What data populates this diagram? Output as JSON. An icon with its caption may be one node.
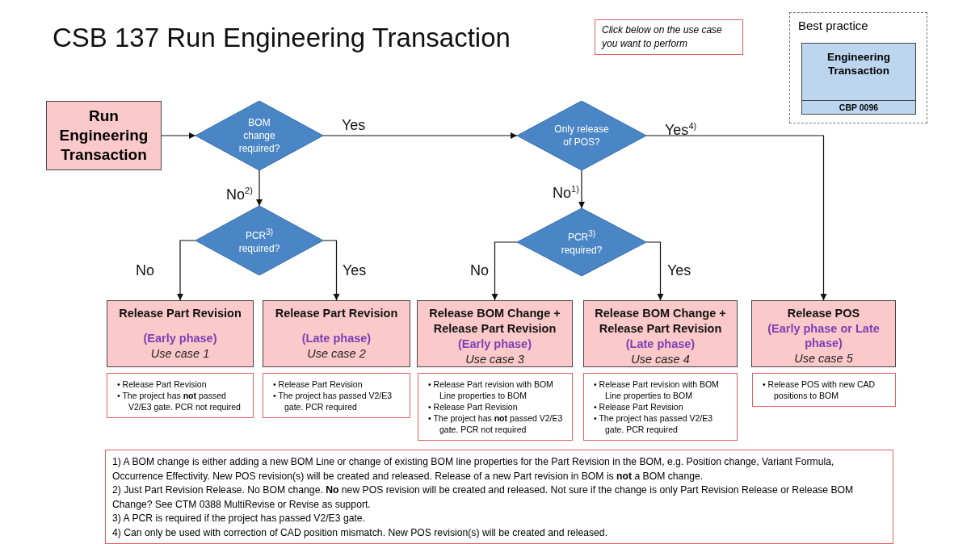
{
  "diagram": {
    "title": "CSB 137 Run Engineering Transaction",
    "nodes": [
      {
        "text": [
          "Run Engineering Transaction"
        ]
      },
      {
        "text": [
          "BOM change required?"
        ]
      },
      {
        "text": [
          "Only release of POS?"
        ]
      },
      {
        "text": [
          "PCR$^{3)}$ required?"
        ]
      },
      {
        "text": [
          "PCR$^{3)}$ required?"
        ]
      },
      {
        "text": [
          "Release Part Revision",
          "(Early phase)",
          "Use case 1"
        ]
      },
      {
        "text": [
          "Release Part Revision",
          "(Late phase)",
          "Use case 2"
        ]
      },
      {
        "text": [
          "Release BOM Change + Release Part Revision",
          "(Early phase)",
          "Use case 3"
        ]
      },
      {
        "text": [
          "Release BOM Change + Release Part Revision",
          "(Late phase)",
          "Use case 4"
        ]
      },
      {
        "text": [
          "Release POS",
          "(Early phase or Late phase)",
          "Use case 5"
        ]
      },
      {
        "text": [
          "• Release Part Revision",
          "• The project has **not** passed V2/E3 gate. PCR not required"
        ]
      },
      {
        "text": [
          "• Release Part Revision",
          "• The project has passed V2/E3 gate. PCR required"
        ]
      },
      {
        "text": [
          "• Release Part revision with BOM Line properties to BOM",
          "• Release Part Revision",
          "• The project has **not** passed V2/E3 gate. PCR not required"
        ]
      },
      {
        "text": [
          "• Release Part revision with BOM Line properties to BOM",
          "• Release Part Revision",
          "• The project has passed V2/E3 gate. PCR required"
        ]
      },
      {
        "text": [
          "• Release POS with new CAD positions to BOM"
        ]
      },
      {
        "text": [
          "Click below on the use case you want to perform"
        ]
      },
      {
        "text": [
          "Best practice"
        ]
      },
      {
        "text": [
          "Engineering Transaction",
          "CBP 0096"
        ],
        "in": 16
      },
      {
        "text": [
          "1) A BOM change is either adding a new BOM Line or change of existing BOM line properties for the Part Revision in the BOM, e.g. Position change, Variant Formula, Occurrence Effectivity. New POS revision(s) will be created and released. Release of a new Part revision in BOM is **not** a BOM change.",
          "2) Just Part Revision Release. No BOM change. **No** new POS revision will be created and released. Not sure if the change is only Part Revision Release or Release BOM Change? See CTM 0388 MultiRevise or Revise as support.",
          "3) A PCR is required if the project has passed V2/E3 gate.",
          "4) Can only be used with correction of CAD position mismatch. New POS revision(s) will be created and released."
        ]
      }
    ],
    "edges": [
      {
        "from": 0,
        "to": 1,
        "arrow": "to"
      },
      {
        "from": 1,
        "to": 2,
        "arrow": "to",
        "label": "Yes"
      },
      {
        "from": 1,
        "to": 3,
        "arrow": "to",
        "label": "No$^{2)}$"
      },
      {
        "from": 3,
        "to": 5,
        "arrow": "to",
        "label": "No"
      },
      {
        "from": 3,
        "to": 6,
        "arrow": "to",
        "label": "Yes"
      },
      {
        "from": 2,
        "to": 4,
        "arrow": "to",
        "label": "No$^{1)}$"
      },
      {
        "from": 4,
        "to": 7,
        "arrow": "to",
        "label": "No"
      },
      {
        "from": 4,
        "to": 8,
        "arrow": "to",
        "label": "Yes"
      },
      {
        "from": 2,
        "to": 9,
        "arrow": "to",
        "label": "Yes$^{4)}$"
      }
    ]
  }
}
